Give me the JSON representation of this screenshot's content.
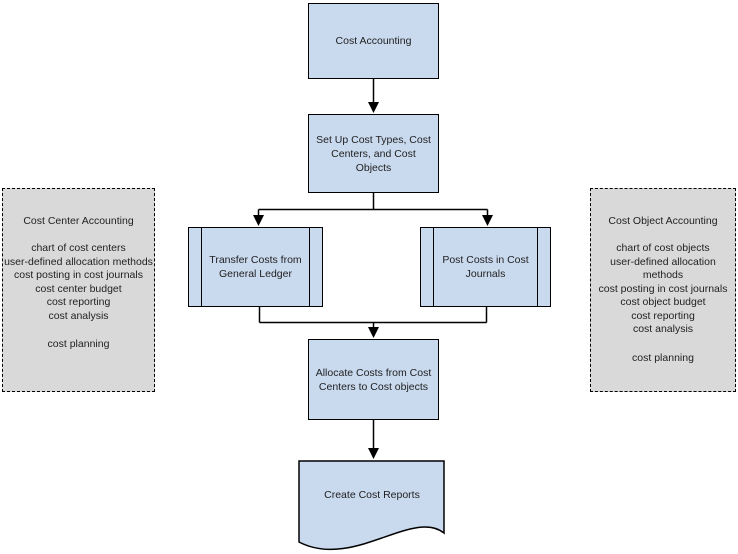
{
  "diagram": {
    "nodes": {
      "cost_accounting": "Cost Accounting",
      "setup": "Set Up Cost Types, Cost Centers, and Cost Objects",
      "transfer": "Transfer Costs from General Ledger",
      "post": "Post Costs in Cost Journals",
      "allocate": "Allocate Costs from Cost Centers to Cost objects",
      "create_reports": "Create Cost Reports"
    },
    "panels": {
      "left": {
        "title": "Cost Center Accounting",
        "items": [
          "chart of cost centers",
          "user-defined allocation methods",
          "cost posting in cost journals",
          "cost center budget",
          "cost reporting",
          "cost analysis"
        ],
        "footer": "cost planning"
      },
      "right": {
        "title": "Cost Object Accounting",
        "items": [
          "chart of cost objects",
          "user-defined allocation methods",
          "cost posting in cost journals",
          "cost object budget",
          "cost reporting",
          "cost analysis"
        ],
        "footer": "cost planning"
      }
    },
    "colors": {
      "node_fill": "#c9d9ee",
      "node_border": "#000000",
      "panel_fill": "#d9d9d9",
      "panel_border": "#000000",
      "connector": "#000000"
    }
  }
}
